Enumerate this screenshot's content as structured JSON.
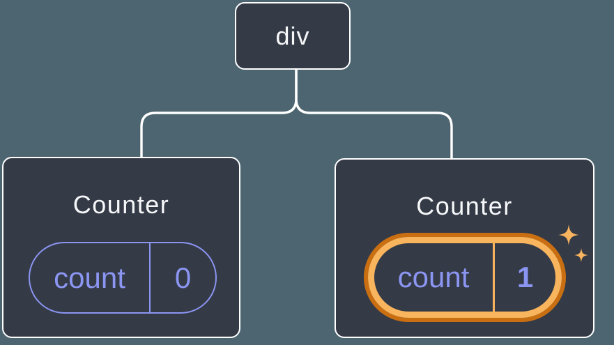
{
  "tree": {
    "root": {
      "label": "div"
    },
    "children": [
      {
        "title": "Counter",
        "state": {
          "key": "count",
          "value": "0"
        },
        "highlighted": false
      },
      {
        "title": "Counter",
        "state": {
          "key": "count",
          "value": "1"
        },
        "highlighted": true
      }
    ]
  },
  "colors": {
    "background": "#4d6570",
    "card_fill": "#343a46",
    "card_border": "#ffffff",
    "purple": "#8b95f2",
    "orange_outer": "#c96f12",
    "orange_inner": "#f9b45e",
    "text_white": "#f6f7f9"
  }
}
